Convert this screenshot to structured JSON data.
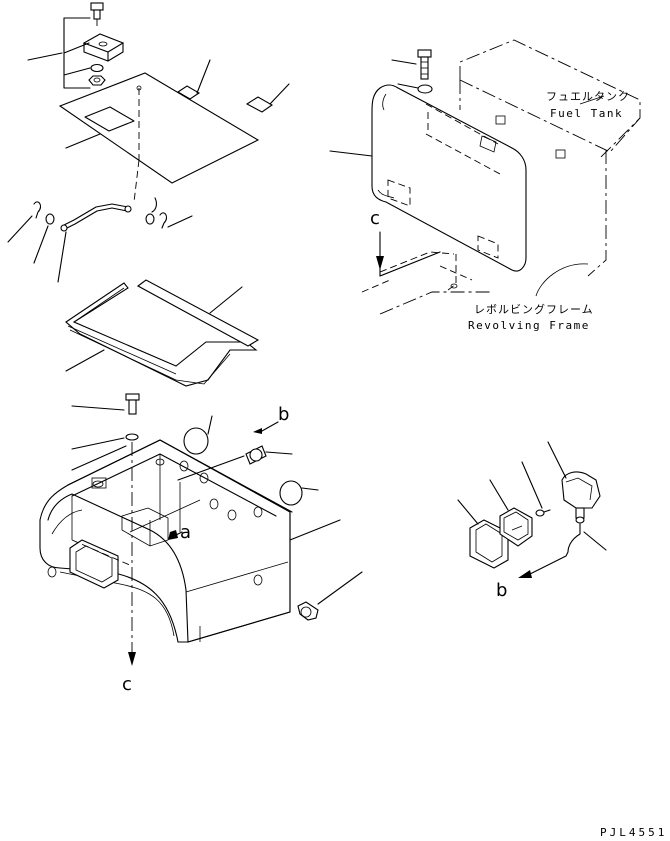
{
  "labels": {
    "a": "a",
    "b_top": "b",
    "b_lamp": "b",
    "c_top": "c",
    "c_bottom": "c"
  },
  "fuel_tank": {
    "jp": "フュエルタンク",
    "en": "Fuel Tank"
  },
  "revolving_frame": {
    "jp": "レボルビングフレーム",
    "en": "Revolving Frame"
  },
  "drawing_code": "PJL4551"
}
